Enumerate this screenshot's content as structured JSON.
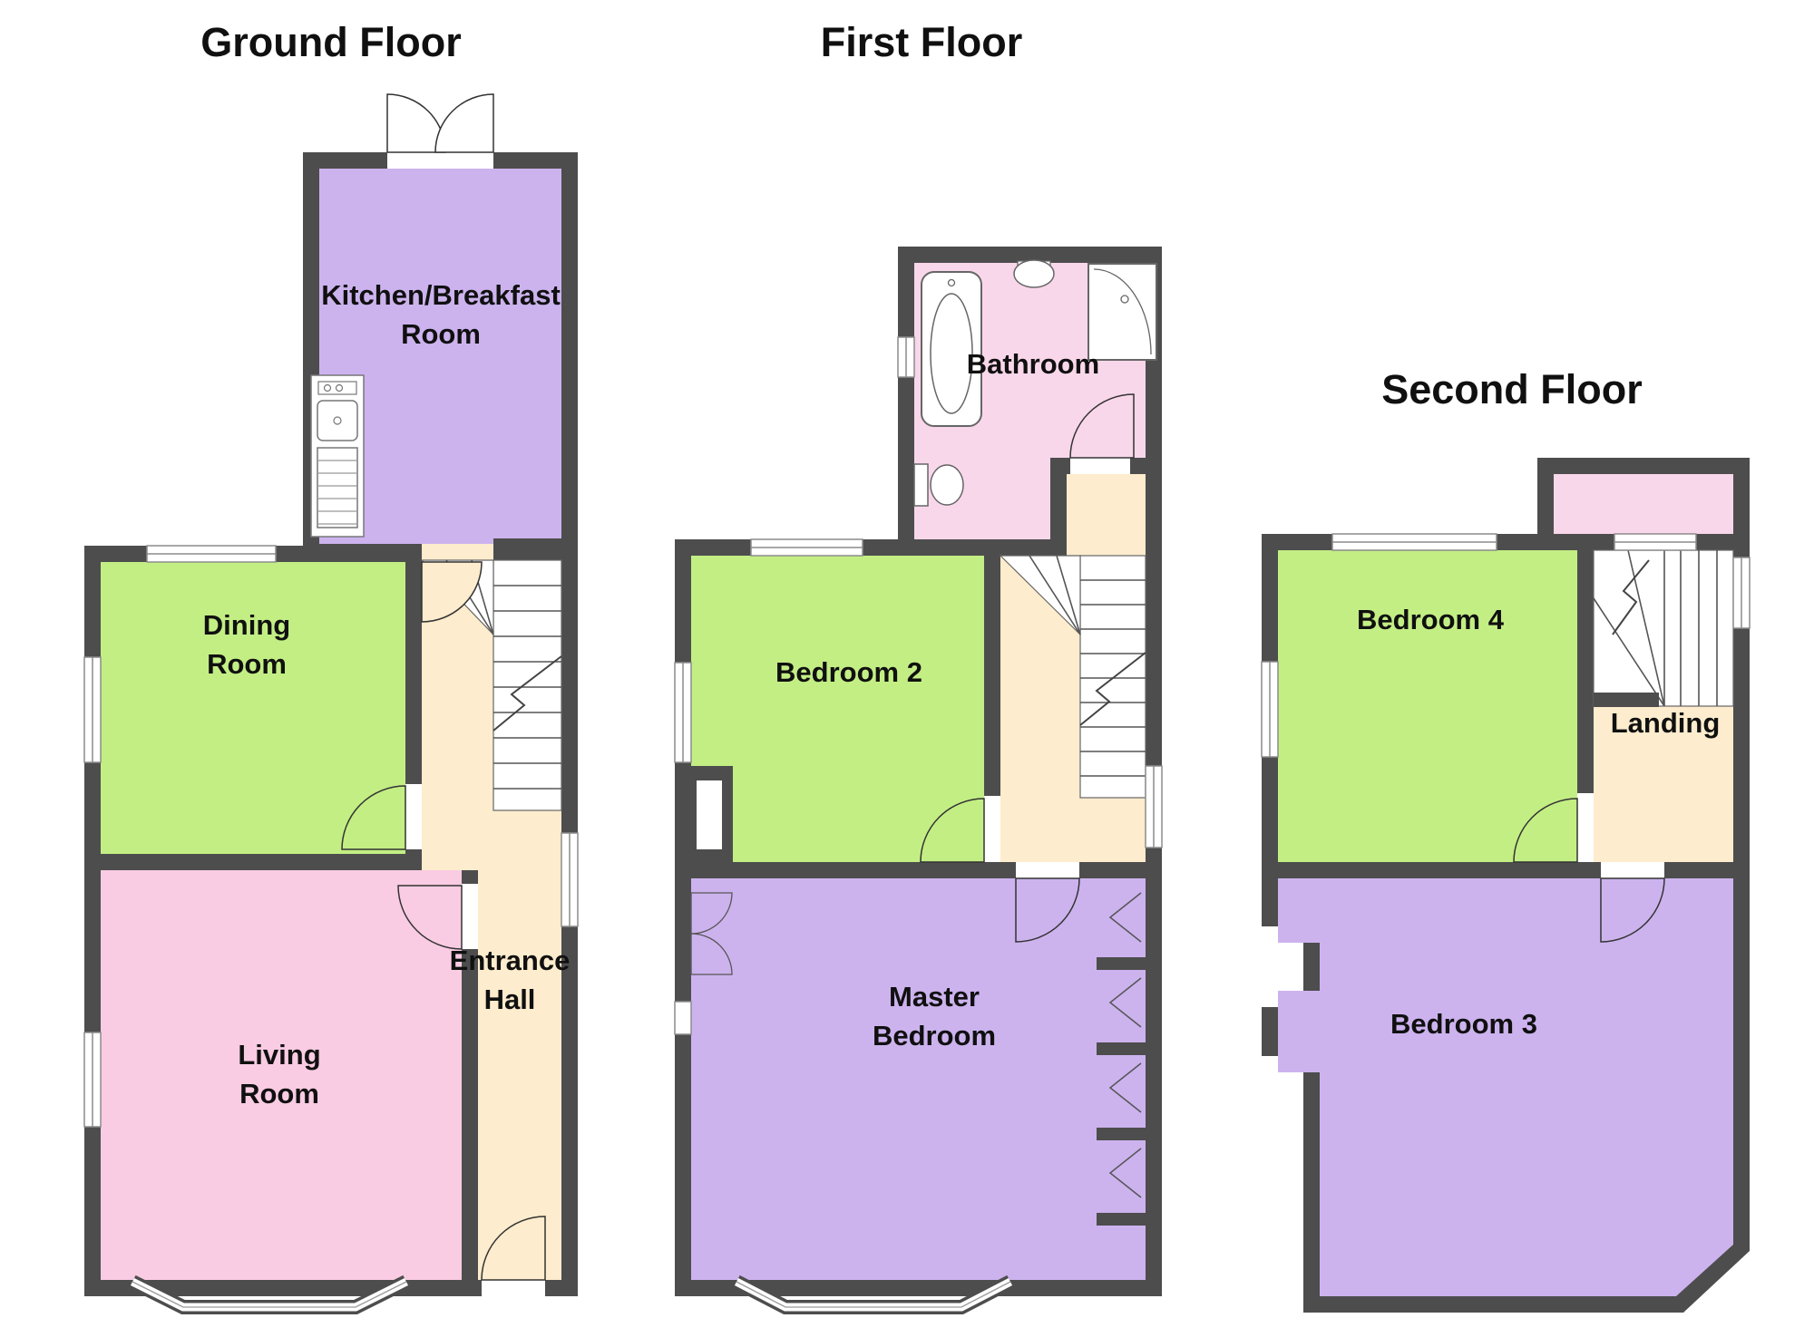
{
  "colors": {
    "wall": "#4d4d4d",
    "purple_room": "#ccb3ee",
    "green_room": "#c3ee84",
    "pink_room": "#f9cce3",
    "cream_hall": "#fdeccd",
    "bath_pink": "#f9d7ea"
  },
  "floors": [
    {
      "title": "Ground Floor",
      "rooms": [
        {
          "name": "kitchen-breakfast-room",
          "lines": [
            "Kitchen/Breakfast",
            "Room"
          ]
        },
        {
          "name": "dining-room",
          "lines": [
            "Dining",
            "Room"
          ]
        },
        {
          "name": "living-room",
          "lines": [
            "Living",
            "Room"
          ]
        },
        {
          "name": "entrance-hall",
          "lines": [
            "Entrance",
            "Hall"
          ]
        }
      ]
    },
    {
      "title": "First Floor",
      "rooms": [
        {
          "name": "bathroom",
          "lines": [
            "Bathroom"
          ]
        },
        {
          "name": "bedroom-2",
          "lines": [
            "Bedroom 2"
          ]
        },
        {
          "name": "master-bedroom",
          "lines": [
            "Master",
            "Bedroom"
          ]
        }
      ]
    },
    {
      "title": "Second Floor",
      "rooms": [
        {
          "name": "bedroom-4",
          "lines": [
            "Bedroom 4"
          ]
        },
        {
          "name": "landing",
          "lines": [
            "Landing"
          ]
        },
        {
          "name": "bedroom-3",
          "lines": [
            "Bedroom 3"
          ]
        }
      ]
    }
  ]
}
